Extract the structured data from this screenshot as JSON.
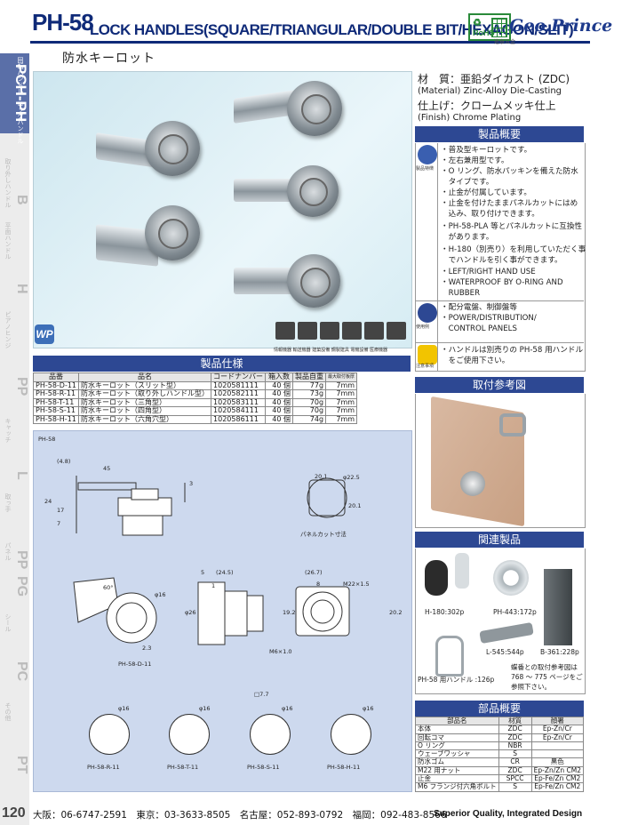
{
  "header": {
    "model": "PH-58",
    "title": "LOCK HANDLES(SQUARE/TRIANGULAR/DOUBLE BIT/HEXAGON/SLIT)",
    "rohs_label": "RoHS",
    "logo": "Geo.Prince",
    "logo_sub": "進泰五金"
  },
  "subtitle": "防水キーロット",
  "side_tabs": [
    {
      "code": "PCH-PH",
      "label": "回転ハンドル・ロックハンドル"
    },
    {
      "code": "B",
      "label": "取り外しハンドル"
    },
    {
      "code": "H",
      "label": "平面ハンドル"
    },
    {
      "code": "PP",
      "label": "ピアノヒンジ"
    },
    {
      "code": "L",
      "label": "キャッチ"
    },
    {
      "code": "PP",
      "label": "取っ手"
    },
    {
      "code": "PG",
      "label": "パネル"
    },
    {
      "code": "PC",
      "label": "シール"
    },
    {
      "code": "PT",
      "label": "その他"
    }
  ],
  "page_number": "120",
  "material": {
    "jp": "材　質：亜鉛ダイカスト (ZDC)",
    "en": "(Material) Zinc-Alloy Die-Casting",
    "finish_jp": "仕上げ：クロームメッキ仕上",
    "finish_en": "(Finish) Chrome Plating"
  },
  "usage_labels": [
    "情報機器",
    "輸送機器",
    "建築設備",
    "鋼製建具",
    "電機設備",
    "医療機器"
  ],
  "overview": {
    "title": "製品概要",
    "feature_label": "製品特徴",
    "features": [
      "・普及型キーロットです。",
      "・左右兼用型です。",
      "・O リング、防水パッキンを備えた防水",
      "　タイプです。",
      "・止金が付属しています。",
      "・止金を付けたままパネルカットにはめ",
      "　込み、取り付けできます。",
      "・PH-58-PLA 等とパネルカットに互換性",
      "　があります。",
      "・H-180（別売り）を利用していただく事",
      "　でハンドルを引く事ができます。",
      "・LEFT/RIGHT HAND USE",
      "・WATERPROOF BY O-RING AND",
      "　RUBBER"
    ],
    "use_label": "使用例",
    "uses": [
      "・配分電盤、制御盤等",
      "・POWER/DISTRIBUTION/",
      "　CONTROL PANELS"
    ],
    "note_label": "注意事項",
    "notes": [
      "・ハンドルは別売りの PH-58 用ハンドル",
      "　をご使用下さい。"
    ]
  },
  "spec": {
    "title": "製品仕様",
    "headers": [
      "品番",
      "品名",
      "コードナンバー",
      "箱入数",
      "製品自重",
      "最大取付板厚"
    ],
    "rows": [
      [
        "PH-58-D-11",
        "防水キーロット（スリット型）",
        "1020581111",
        "40 個",
        "77g",
        "7mm"
      ],
      [
        "PH-58-R-11",
        "防水キーロット（取り外しハンドル型）",
        "1020582111",
        "40 個",
        "73g",
        "7mm"
      ],
      [
        "PH-58-T-11",
        "防水キーロット（三角型）",
        "1020583111",
        "40 個",
        "70g",
        "7mm"
      ],
      [
        "PH-58-S-11",
        "防水キーロット（四角型）",
        "1020584111",
        "40 個",
        "70g",
        "7mm"
      ],
      [
        "PH-58-H-11",
        "防水キーロット（六角穴型）",
        "1020586111",
        "40 個",
        "74g",
        "7mm"
      ]
    ]
  },
  "drawing": {
    "label": "PH-58",
    "dims": {
      "d45": "45",
      "d48": "(4.8)",
      "d3": "3",
      "d24": "24",
      "d17": "17",
      "d7": "7",
      "d201": "20.1",
      "d225": "φ22.5",
      "d201b": "20.1",
      "panel_cut": "パネルカット寸法",
      "d5": "5",
      "d245": "(24.5)",
      "d1": "1",
      "d267": "(26.7)",
      "d8": "8",
      "m22": "M22×1.5",
      "d60": "60°",
      "d16": "φ16",
      "d26": "φ26",
      "d192": "19.2",
      "d202": "20.2",
      "d23": "2.3",
      "m6": "M6×1.0",
      "d77": "□7.7",
      "d16b": "φ16",
      "d16c": "φ16",
      "d16d": "φ16",
      "d16e": "φ16"
    },
    "views": [
      "PH-58-D-11",
      "PH-58-R-11",
      "PH-58-T-11",
      "PH-58-S-11",
      "PH-58-H-11"
    ]
  },
  "mounting": {
    "title": "取付参考図"
  },
  "related": {
    "title": "関連製品",
    "items": [
      "H-180:302p",
      "PH-443:172p",
      "B-361:228p",
      "L-545:544p",
      "PH-58 用ハンドル :126p"
    ],
    "note": [
      "蝶番との取付参考図は",
      "768 ～ 775 ページをご",
      "参照下さい。"
    ]
  },
  "parts": {
    "title": "部品概要",
    "headers": [
      "部品名",
      "材質",
      "顔署"
    ],
    "rows": [
      [
        "本体",
        "ZDC",
        "Ep-Zn/Cr"
      ],
      [
        "回転コマ",
        "ZDC",
        "Ep-Zn/Cr"
      ],
      [
        "O リング",
        "NBR",
        ""
      ],
      [
        "ウェーブワッシャ",
        "S",
        ""
      ],
      [
        "防水ゴム",
        "CR",
        "黒色"
      ],
      [
        "M22 用ナット",
        "ZDC",
        "Ep-Zn/Zn CM2"
      ],
      [
        "止金",
        "SPCC",
        "Ep-Fe/Zn CM2"
      ],
      [
        "M6 フランジ付六角ボルト",
        "S",
        "Ep-Fe/Zn CM2"
      ]
    ]
  },
  "footer": {
    "offices": "大阪：06-6747-2591　東京：03-3633-8505　名古屋：052-893-0792　福岡：092-483-8566",
    "slogan": "Superior Quality, Integrated Design"
  }
}
